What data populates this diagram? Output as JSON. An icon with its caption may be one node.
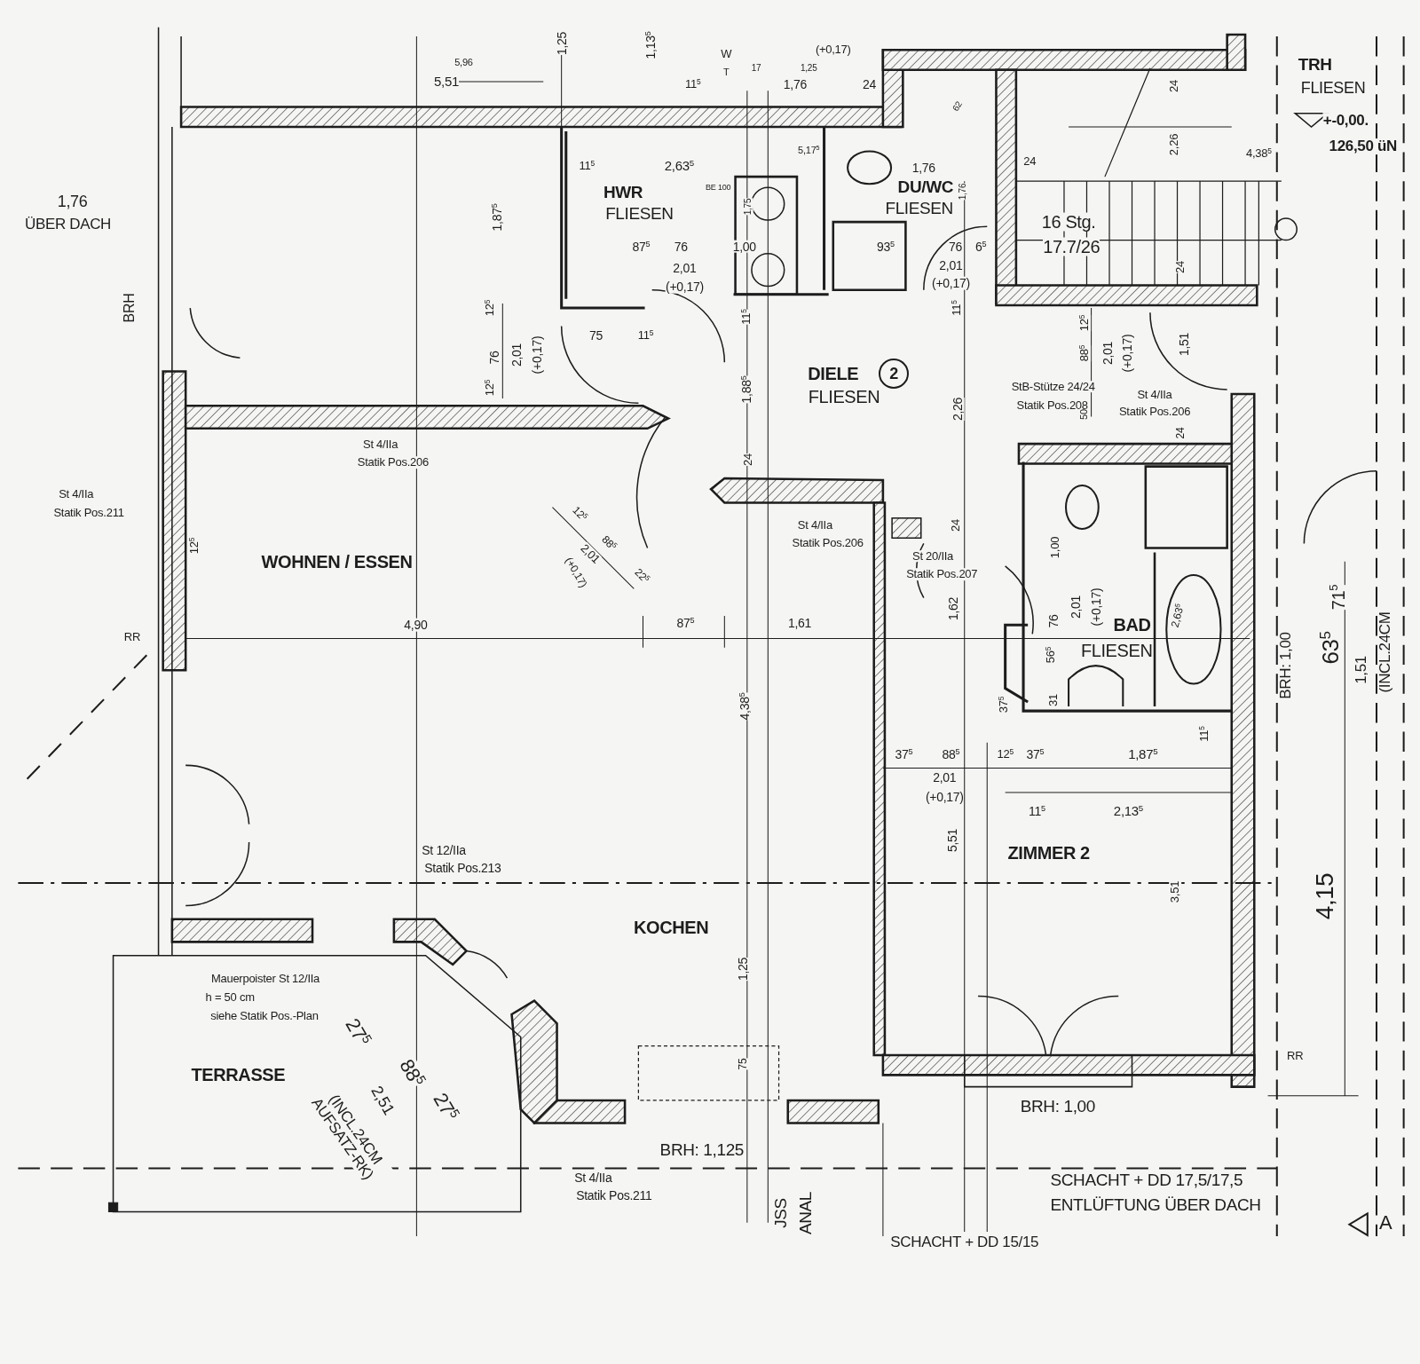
{
  "diagram": {
    "nodes": [
      {
        "text": [
          "2"
        ]
      }
    ],
    "labels": [
      "1,76",
      "ÜBER DACH",
      "BRH",
      "5,96",
      "5,51",
      "1,25",
      "1,13$^{5}$",
      "W",
      "T",
      "17",
      "1,25",
      "(+0,17)",
      "11$^{5}$",
      "1,76",
      "24",
      "TRH",
      "FLIESEN",
      "+-0,00.",
      "126,50 üN",
      "62",
      "24",
      "2,26",
      "24",
      "4,38$^{5}$",
      "11$^{5}$",
      "2,63$^{5}$",
      "5,17$^{5}$",
      "1,76",
      "HWR",
      "FLIESEN",
      "BE 100",
      "DU/WC",
      "FLIESEN",
      "1,76",
      "1,87$^{5}$",
      "1,75",
      "16 Stg.",
      "87$^{5}$",
      "76",
      "1,00",
      "93$^{5}$",
      "76",
      "6$^{5}$",
      "17.7/26",
      "2,01",
      "2,01",
      "24",
      "(+0,17)",
      "(+0,17)",
      "12$^{5}$",
      "11$^{5}$",
      "11$^{5}$",
      "12$^{5}$",
      "75",
      "11$^{5}$",
      "1,51",
      "76",
      "2,01",
      "(+0,17)",
      "88$^{5}$",
      "2,01",
      "(+0,17)",
      "DIELE",
      "FLIESEN",
      "12$^{5}$",
      "1,88$^{5}$",
      "2,26",
      "StB-Stütze 24/24",
      "Statik Pos.208",
      "St 4/IIa",
      "Statik Pos.206",
      "50",
      "24",
      "St 4/IIa",
      "Statik Pos.206",
      "24",
      "St 4/IIa",
      "Statik Pos.211",
      "12$^{5}$",
      "St 4/IIa",
      "Statik Pos.206",
      "24",
      "1,00",
      "88$^{5}$",
      "12$^{5}$",
      "St 20/IIa",
      "Statik Pos.207",
      "2,01",
      "WOHNEN / ESSEN",
      "(+0,17)",
      "22$^{5}$",
      "71$^{5}$",
      "1,62",
      "2,63$^{5}$",
      "76",
      "2,01",
      "(+0,17)",
      "4,90",
      "87$^{5}$",
      "1,61",
      "BAD",
      "RR",
      "56$^{5}$",
      "FLIESEN",
      "63$^{5}$",
      "BRH: 1,00",
      "1,51",
      "(INCL.24CM",
      "37$^{5}$",
      "31",
      "4,38$^{5}$",
      "11$^{5}$",
      "37$^{5}$",
      "88$^{5}$",
      "12$^{5}$",
      "37$^{5}$",
      "1,87$^{5}$",
      "2,01",
      "(+0,17)",
      "11$^{5}$",
      "2,13$^{5}$",
      "5,51",
      "St 12/IIa",
      "ZIMMER 2",
      "Statik Pos.213",
      "3,51",
      "4,15",
      "KOCHEN",
      "1,25",
      "Mauerpoister St 12/IIa",
      "h = 50 cm",
      "siehe Statik Pos.-Plan",
      "27$^{5}$",
      "RR",
      "75",
      "88$^{5}$",
      "TERRASSE",
      "2,51",
      "(INCL.24CM AUFSATZ-RK)",
      "27$^{5}$",
      "BRH: 1,00",
      "BRH: 1,125",
      "St 4/IIa",
      "SCHACHT + DD 17,5/17,5",
      "Statik Pos.211",
      "ENTLÜFTUNG ÜBER DACH",
      "JSS",
      "ANAL",
      "A",
      "SCHACHT + DD 15/15"
    ]
  }
}
